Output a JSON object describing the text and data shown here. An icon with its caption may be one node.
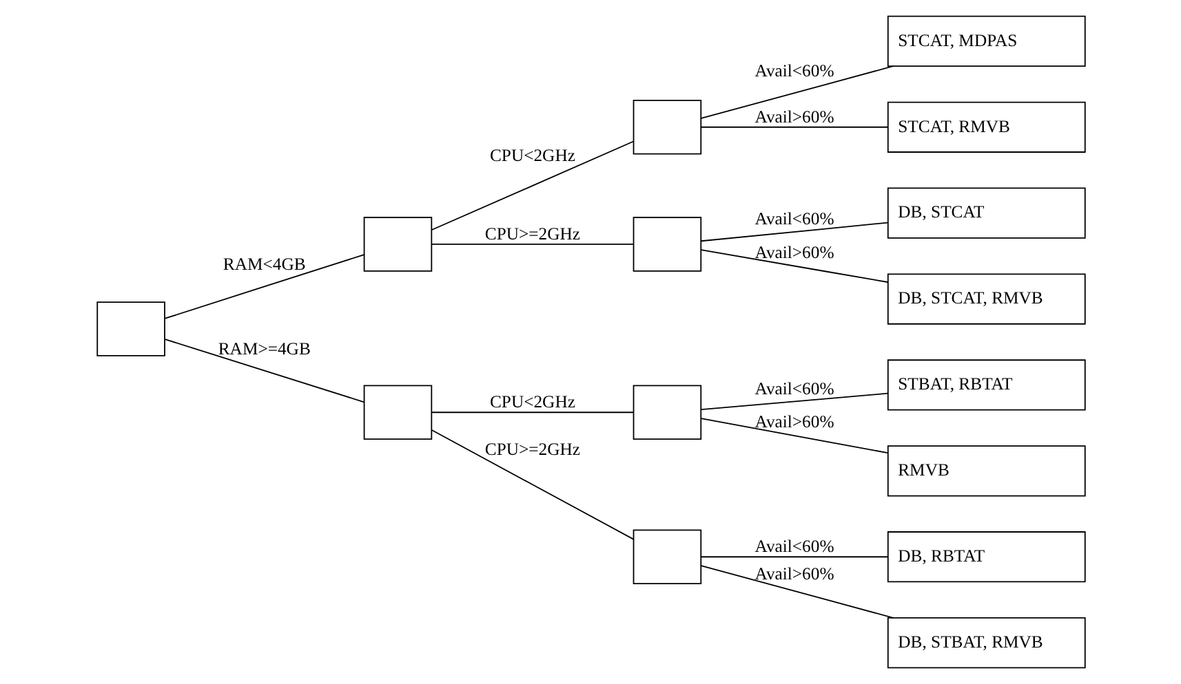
{
  "diagram": {
    "nodes": [
      {
        "text": [],
        "shape": "box"
      },
      {
        "text": [],
        "shape": "box"
      },
      {
        "text": [],
        "shape": "box"
      },
      {
        "text": [],
        "shape": "box"
      },
      {
        "text": [],
        "shape": "box"
      },
      {
        "text": [],
        "shape": "box"
      },
      {
        "text": [],
        "shape": "box"
      },
      {
        "text": [
          "STCAT, MDPAS"
        ]
      },
      {
        "text": [
          "STCAT, RMVB"
        ]
      },
      {
        "text": [
          "DB, STCAT"
        ]
      },
      {
        "text": [
          "DB, STCAT, RMVB"
        ]
      },
      {
        "text": [
          "STBAT, RBTAT"
        ]
      },
      {
        "text": [
          "RMVB"
        ]
      },
      {
        "text": [
          "DB, RBTAT"
        ]
      },
      {
        "text": [
          "DB, STBAT, RMVB"
        ]
      }
    ],
    "edges": [
      {
        "from": 0,
        "to": 1,
        "arrow": "none",
        "label": "RAM<4GB"
      },
      {
        "from": 0,
        "to": 2,
        "arrow": "none",
        "label": "RAM>=4GB"
      },
      {
        "from": 1,
        "to": 3,
        "arrow": "none",
        "label": "CPU<2GHz"
      },
      {
        "from": 1,
        "to": 4,
        "arrow": "none",
        "label": "CPU>=2GHz"
      },
      {
        "from": 2,
        "to": 5,
        "arrow": "none",
        "label": "CPU<2GHz"
      },
      {
        "from": 2,
        "to": 6,
        "arrow": "none",
        "label": "CPU>=2GHz"
      },
      {
        "from": 3,
        "to": 7,
        "arrow": "none",
        "label": "Avail<60%"
      },
      {
        "from": 3,
        "to": 8,
        "arrow": "none",
        "label": "Avail>60%"
      },
      {
        "from": 4,
        "to": 9,
        "arrow": "none",
        "label": "Avail<60%"
      },
      {
        "from": 4,
        "to": 10,
        "arrow": "none",
        "label": "Avail>60%"
      },
      {
        "from": 5,
        "to": 11,
        "arrow": "none",
        "label": "Avail<60%"
      },
      {
        "from": 5,
        "to": 12,
        "arrow": "none",
        "label": "Avail>60%"
      },
      {
        "from": 6,
        "to": 13,
        "arrow": "none",
        "label": "Avail<60%"
      },
      {
        "from": 6,
        "to": 14,
        "arrow": "none",
        "label": "Avail>60%"
      }
    ]
  }
}
